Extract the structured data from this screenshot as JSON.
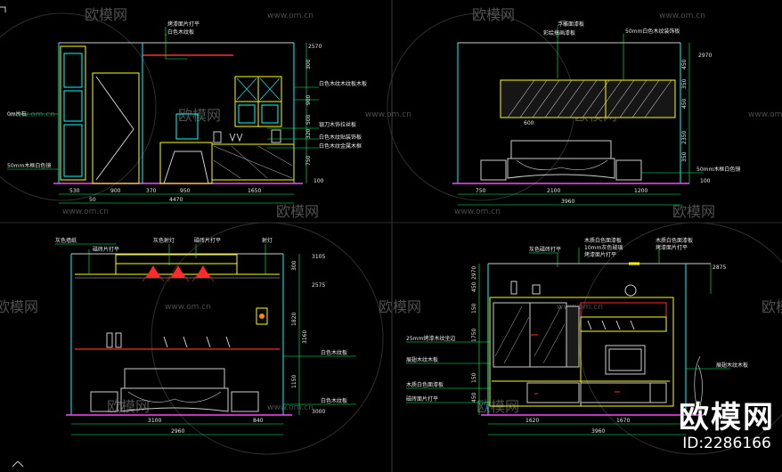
{
  "watermark": {
    "brand": "欧模网",
    "url": "www.om.cn",
    "id_text": "ID:2286166"
  },
  "colors": {
    "bg": "#000000",
    "cyan": "#00ffff",
    "yellow": "#ffff00",
    "green": "#00ff66",
    "red": "#ff2a2a",
    "magenta": "#ff44ff",
    "white": "#e8e8e8"
  },
  "panel_tl": {
    "labels": [
      "烤漆面片打平",
      "白色木纹板",
      "白色木纹木纹板木板",
      "银刀木饰拉丝板",
      "白色木纹贴装饰板",
      "白色木纹金属木框",
      "50mm木框白色镜",
      "0m片石"
    ],
    "dims_top": [
      "2570",
      "300",
      "900",
      "500",
      "320",
      "750",
      "100"
    ],
    "dims_bottom": [
      "530",
      "900",
      "370",
      "950",
      "1650"
    ],
    "total": "4470",
    "side": "50"
  },
  "panel_tr": {
    "labels": [
      "浮雕面漆板",
      "彩绘搞画漆板",
      "50mm白色木纹装饰板"
    ],
    "dims_top": [
      "2970",
      "450",
      "350",
      "450",
      "2350",
      "350",
      "100"
    ],
    "dims_bottom": [
      "750",
      "2100",
      "1200"
    ],
    "total": "3960",
    "note": "600",
    "bottom_label": "50mm木框白色镜"
  },
  "panel_bl": {
    "labels": [
      "灰色墙纸",
      "磁砖片打平",
      "灰色射灯",
      "磁砖片打平",
      "射灯",
      "白色木纹板",
      "白色木纹板"
    ],
    "dims_right": [
      "3105",
      "300",
      "2575",
      "1820",
      "1150",
      "3160",
      "3000"
    ],
    "dims_bottom": [
      "3100",
      "840"
    ],
    "total": "2960"
  },
  "panel_br": {
    "labels": [
      "灰色磁砖打平",
      "木质白色面漆板",
      "10mm灰色玻璃",
      "烤漆面片打平",
      "木质白色面漆板",
      "烤漆面片打平",
      "25mm烤漆木纹坐边",
      "展翅木纹木板",
      "木质白色面漆板",
      "磁砖面片打平",
      "展翅木纹木板"
    ],
    "dims_left": [
      "2970",
      "450",
      "150",
      "1750",
      "150",
      "450"
    ],
    "dims_right": [
      "2875"
    ],
    "dims_bottom": [
      "1620",
      "1670"
    ],
    "total": "3960"
  }
}
